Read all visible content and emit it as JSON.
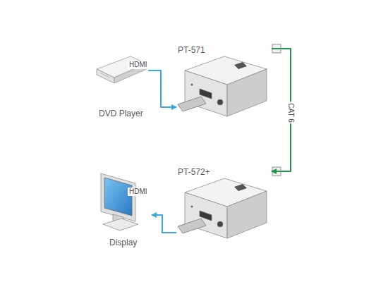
{
  "diagram": {
    "nodes": [
      {
        "text": [
          "DVD Player"
        ]
      },
      {
        "text": [
          "PT-571"
        ]
      },
      {
        "text": [
          "PT-572+"
        ]
      },
      {
        "text": [
          "Display"
        ]
      }
    ],
    "edges": [
      {
        "from": 0,
        "to": 1,
        "label": "HDMI",
        "arrow": "to"
      },
      {
        "from": 1,
        "to": 2,
        "label": "CAT 6",
        "arrow": "to"
      },
      {
        "from": 2,
        "to": 3,
        "label": "HDMI",
        "arrow": "to"
      }
    ]
  }
}
